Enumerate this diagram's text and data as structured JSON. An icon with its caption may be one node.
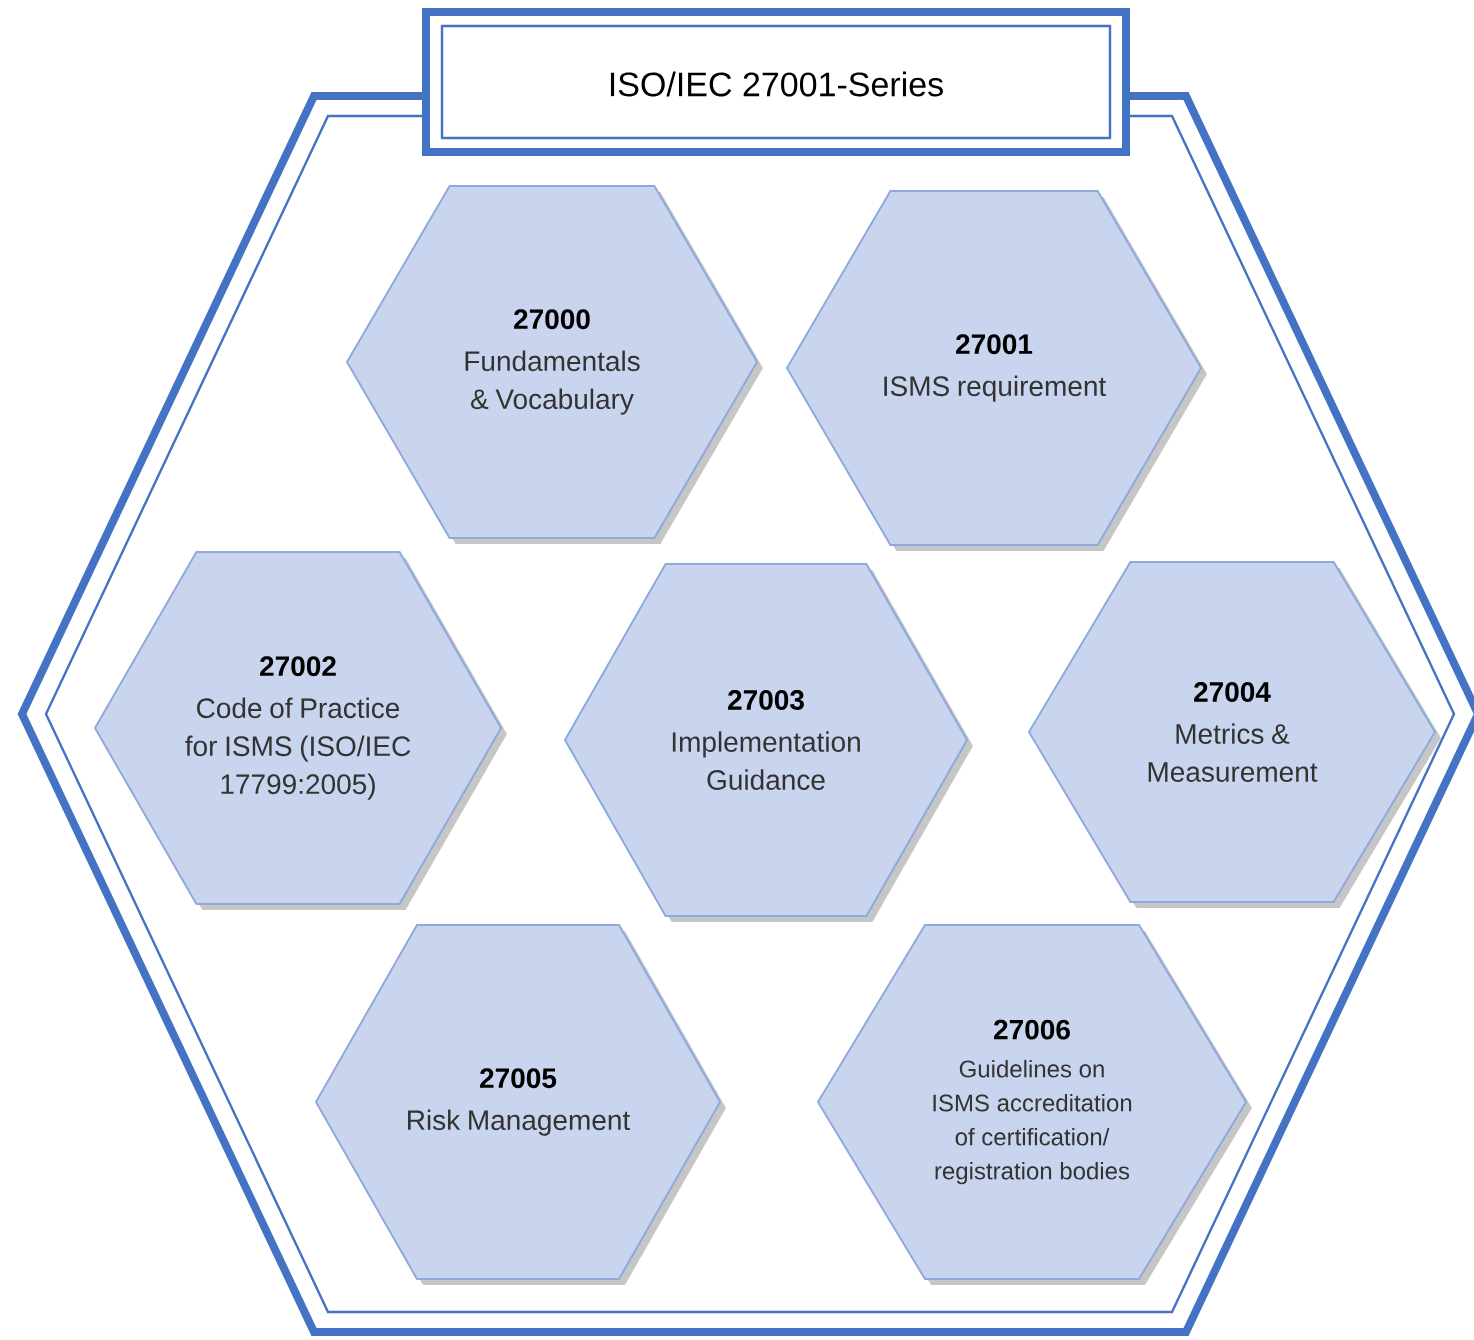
{
  "diagram": {
    "nodes": [
      {
        "text": [
          "ISO/IEC 27001-Series"
        ]
      },
      {
        "text": [
          "27000",
          "Fundamentals & Vocabulary"
        ],
        "in": 0
      },
      {
        "text": [
          "27001",
          "ISMS requirement"
        ],
        "in": 0
      },
      {
        "text": [
          "27002",
          "Code of Practice for ISMS (ISO/IEC 17799:2005)"
        ],
        "in": 0
      },
      {
        "text": [
          "27003",
          "Implementation Guidance"
        ],
        "in": 0
      },
      {
        "text": [
          "27004",
          "Metrics & Measurement"
        ],
        "in": 0
      },
      {
        "text": [
          "27005",
          "Risk Management"
        ],
        "in": 0
      },
      {
        "text": [
          "27006",
          "Guidelines on ISMS accreditation of certification/ registration bodies"
        ],
        "in": 0
      }
    ],
    "edges": []
  }
}
